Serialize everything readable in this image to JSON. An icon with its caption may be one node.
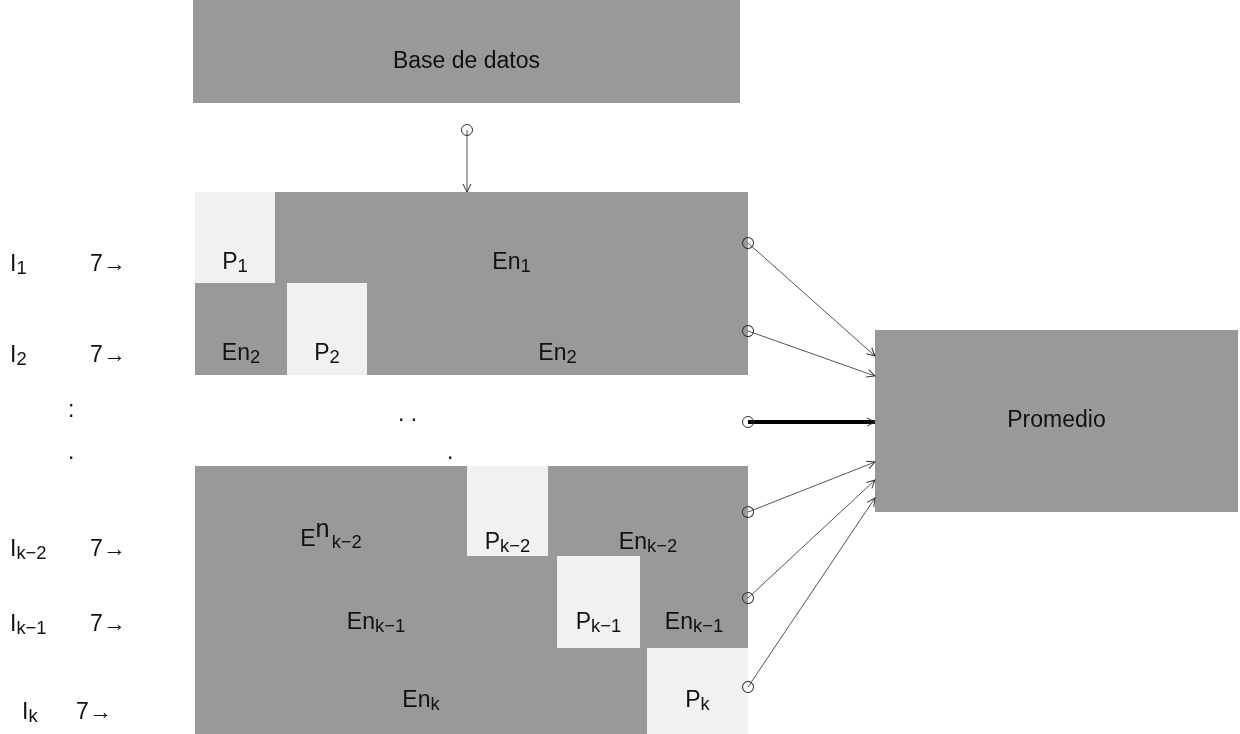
{
  "diagram": {
    "nodes": [
      {
        "text": [
          "Base de datos"
        ]
      },
      {
        "text": [
          "P$_{1}$"
        ]
      },
      {
        "text": [
          "En$_{1}$"
        ]
      },
      {
        "text": [
          "En$_{2}$"
        ]
      },
      {
        "text": [
          "P$_{2}$"
        ]
      },
      {
        "text": [
          "En$_{2}$"
        ]
      },
      {
        "text": [
          "E$^{n}$$_{k−2}$"
        ]
      },
      {
        "text": [
          "P$_{k−2}$"
        ]
      },
      {
        "text": [
          "En$_{k−2}$"
        ]
      },
      {
        "text": [
          "En$_{k−1}$"
        ]
      },
      {
        "text": [
          "P$_{k−1}$"
        ]
      },
      {
        "text": [
          "En$_{k−1}$"
        ]
      },
      {
        "text": [
          "En$_{k}$"
        ]
      },
      {
        "text": [
          "P$_{k}$"
        ]
      },
      {
        "text": [
          "Promedio"
        ]
      }
    ],
    "edges": [
      {
        "from": 0,
        "to": 2,
        "arrow": "to"
      },
      {
        "from": 2,
        "to": 14,
        "arrow": "to"
      },
      {
        "from": 5,
        "to": 14,
        "arrow": "to"
      },
      {
        "from": null,
        "to": 14,
        "arrow": "to",
        "style": "thick"
      },
      {
        "from": 8,
        "to": 14,
        "arrow": "to"
      },
      {
        "from": 11,
        "to": 14,
        "arrow": "to"
      },
      {
        "from": 13,
        "to": 14,
        "arrow": "to"
      }
    ],
    "labels": [
      "I$_{1}$",
      "7→",
      "I$_{2}$",
      "7→",
      ":",
      ". .",
      ".",
      ".",
      "I$_{k−2}$",
      "7→",
      "I$_{k−1}$",
      "7→",
      "I$_{k}$",
      "7→"
    ]
  }
}
